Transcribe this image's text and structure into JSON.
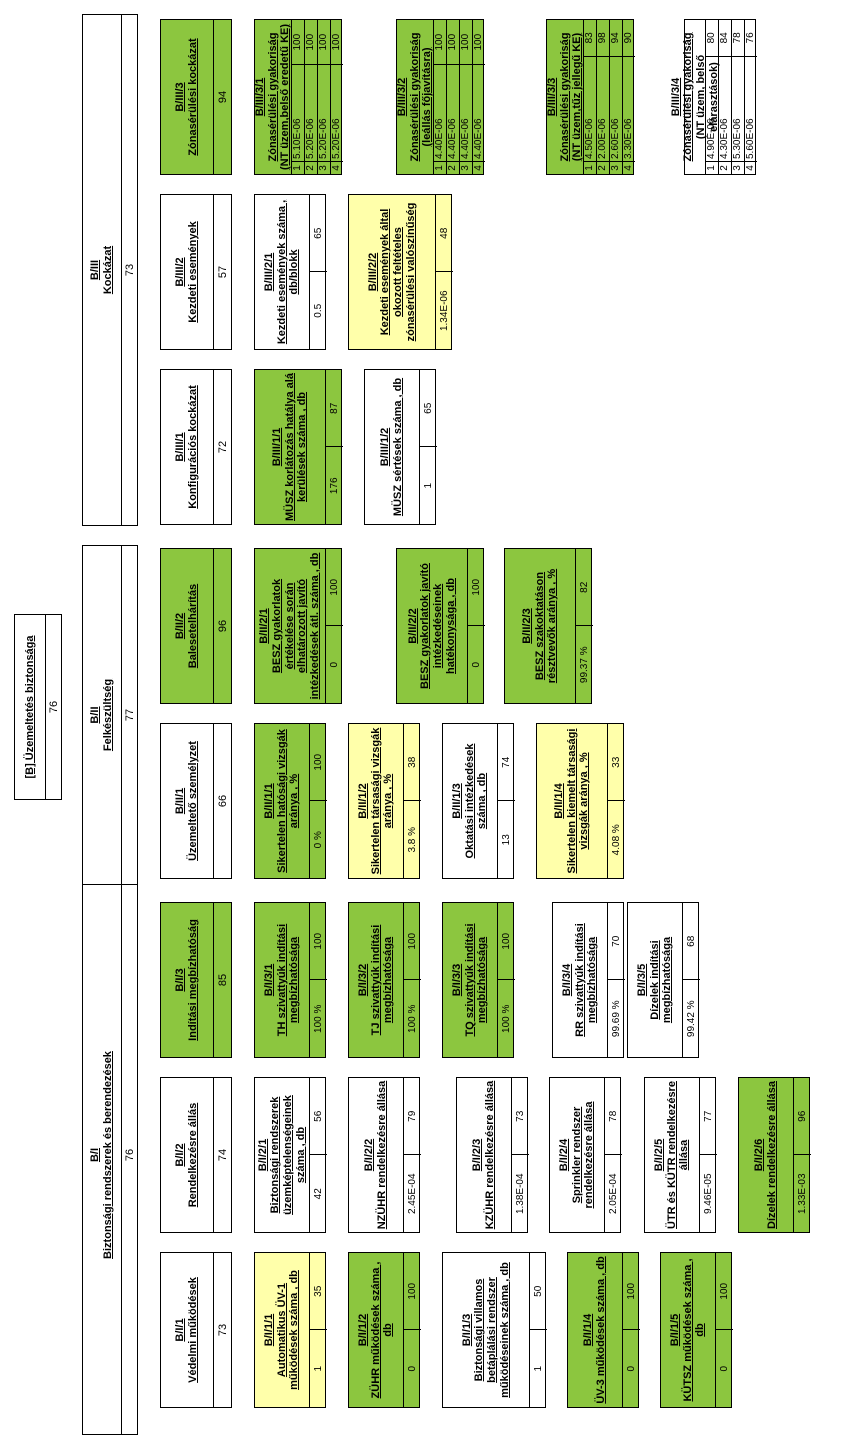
{
  "root": {
    "code": "[B] Üzemeltetés biztonsága",
    "title": "",
    "value": "76"
  },
  "sections": [
    {
      "code": "B/I",
      "title": "Biztonsági rendszerek és berendezések",
      "value": "76"
    },
    {
      "code": "B/II",
      "title": "Felkészültség",
      "value": "77"
    },
    {
      "code": "B/III",
      "title": "Kockázat",
      "value": "73"
    }
  ],
  "groups": {
    "bi1": {
      "code": "B/I/1",
      "title": "Védelmi működések",
      "value": "73"
    },
    "bi2": {
      "code": "B/I/2",
      "title": "Rendelkezésre állás",
      "value": "74"
    },
    "bi3": {
      "code": "B/I/3",
      "title": "Indítási megbízhatóság",
      "value": "85"
    },
    "bii1": {
      "code": "B/II/1",
      "title": "Üzemeltető személyzet",
      "value": "66"
    },
    "bii2": {
      "code": "B/II/2",
      "title": "Balesetelhárítás",
      "value": "96"
    },
    "biii1": {
      "code": "B/III/1",
      "title": "Konfigurációs kockázat",
      "value": "72"
    },
    "biii2": {
      "code": "B/III/2",
      "title": "Kezdeti események",
      "value": "57"
    },
    "biii3": {
      "code": "B/III/3",
      "title": "Zónasérülési kockázat",
      "value": "94"
    }
  },
  "leaves": {
    "bi11": {
      "code": "B/I/1/1",
      "title": "Automatikus ÜV-1 működések száma , db",
      "raw": "1",
      "score": "35"
    },
    "bi12": {
      "code": "B/I/1/2",
      "title": "ZÜHR működések száma , db",
      "raw": "0",
      "score": "100"
    },
    "bi13": {
      "code": "B/I/1/3",
      "title": "Biztonsági villamos betáplálási rendszer működéseinek száma , db",
      "raw": "1",
      "score": "50"
    },
    "bi14": {
      "code": "B/I/1/4",
      "title": "ÜV-3 működések száma , db",
      "raw": "0",
      "score": "100"
    },
    "bi15": {
      "code": "B/I/1/5",
      "title": "KÜTSZ működések száma , db",
      "raw": "0",
      "score": "100"
    },
    "bi21": {
      "code": "B/I/2/1",
      "title": "Biztonsági rendszerek üzemképtelenségeinek száma , db",
      "raw": "42",
      "score": "56"
    },
    "bi22": {
      "code": "B/I/2/2",
      "title": "NZÜHR rendelkezésre állása",
      "raw": "2.45E-04",
      "score": "79"
    },
    "bi23": {
      "code": "B/I/2/3",
      "title": "KZÜHR rendelkezésre állása",
      "raw": "1.38E-04",
      "score": "73"
    },
    "bi24": {
      "code": "B/I/2/4",
      "title": "Sprinkler rendszer rendelkezésre állása",
      "raw": "2.05E-04",
      "score": "78"
    },
    "bi25": {
      "code": "B/I/2/5",
      "title": "ÜTR és KÜTR rendelkezésre állása",
      "raw": "9.46E-05",
      "score": "77"
    },
    "bi26": {
      "code": "B/I/2/6",
      "title": "Dízelek rendelkezésre állása",
      "raw": "1.33E-03",
      "score": "96"
    },
    "bi31": {
      "code": "B/I/3/1",
      "title": "TH szivattyúk indítási megbízhatósága",
      "raw": "100 %",
      "score": "100"
    },
    "bi32": {
      "code": "B/I/3/2",
      "title": "TJ szivattyúk indítási megbízhatósága",
      "raw": "100 %",
      "score": "100"
    },
    "bi33": {
      "code": "B/I/3/3",
      "title": "TQ szivattyúk indítási megbízhatósága",
      "raw": "100 %",
      "score": "100"
    },
    "bi34": {
      "code": "B/I/3/4",
      "title": "RR szivattyúk indítási megbízhatósága",
      "raw": "99.69 %",
      "score": "70"
    },
    "bi35": {
      "code": "B/I/3/5",
      "title": "Dízelek indítási megbízhatósága",
      "raw": "99.42 %",
      "score": "68"
    },
    "bii11": {
      "code": "B/II/1/1",
      "title": "Sikertelen hatósági vizsgák aránya , %",
      "raw": "0 %",
      "score": "100"
    },
    "bii12": {
      "code": "B/II/1/2",
      "title": "Sikertelen társasági vizsgák aránya , %",
      "raw": "3.8 %",
      "score": "38"
    },
    "bii13": {
      "code": "B/II/1/3",
      "title": "Oktatási intézkedések száma , db",
      "raw": "13",
      "score": "74"
    },
    "bii14": {
      "code": "B/II/1/4",
      "title": "Sikertelen kiemelt társasági vizsgák aránya , %",
      "raw": "4.08 %",
      "score": "33"
    },
    "bii21": {
      "code": "B/II/2/1",
      "title": "BESZ gyakorlatok értékelése során elhatározott javító intézkedések átl. száma , db",
      "raw": "0",
      "score": "100"
    },
    "bii22": {
      "code": "B/II/2/2",
      "title": "BESZ gyakorlatok javító intézkedéseinek hatékonysága , db",
      "raw": "0",
      "score": "100"
    },
    "bii23": {
      "code": "B/II/2/3",
      "title": "BESZ szakoktatáson résztvevők aránya , %",
      "raw": "99.37 %",
      "score": "82"
    },
    "biii11": {
      "code": "B/III/1/1",
      "title": "MÜSZ korlátozás hatálya alá kerülések száma , db",
      "raw": "176",
      "score": "87"
    },
    "biii12": {
      "code": "B/III/1/2",
      "title": "MÜSZ sértések száma , db",
      "raw": "1",
      "score": "65"
    },
    "biii21": {
      "code": "B/III/2/1",
      "title": "Kezdeti események száma , db/blokk",
      "raw": "0.5",
      "score": "65"
    },
    "biii22": {
      "code": "B/III/2/2",
      "title": "Kezdeti események által okozott feltételes zónasérülési valószínűség",
      "raw": "1.34E-06",
      "score": "48"
    }
  },
  "matrices": {
    "biii31": {
      "code": "B/III/3/1",
      "title": "Zónasérülési gyakoriság (NT üzem,belső eredetű KE)",
      "rows": [
        [
          "1",
          "5.10E-06",
          "100"
        ],
        [
          "2",
          "5.20E-06",
          "100"
        ],
        [
          "3",
          "5.20E-06",
          "100"
        ],
        [
          "4",
          "5.20E-06",
          "100"
        ]
      ]
    },
    "biii32": {
      "code": "B/III/3/2",
      "title": "Zónasérülési gyakoriság (leállás főjavításra)",
      "rows": [
        [
          "1",
          "4.40E-06",
          "100"
        ],
        [
          "2",
          "4.40E-06",
          "100"
        ],
        [
          "3",
          "4.40E-06",
          "100"
        ],
        [
          "4",
          "4.40E-06",
          "100"
        ]
      ]
    },
    "biii33": {
      "code": "B/III/3/3",
      "title": "Zónasérülési gyakoriság (NT üzem,tűz jellegű KE)",
      "rows": [
        [
          "1",
          "4.50E-06",
          "83"
        ],
        [
          "2",
          "2.00E-06",
          "98"
        ],
        [
          "3",
          "2.60E-06",
          "94"
        ],
        [
          "4",
          "3.30E-06",
          "90"
        ]
      ]
    },
    "biii34": {
      "code": "B/III/3/4",
      "title": "Zónasérülési gyakoriság (NT üzem, belső elárasztások)",
      "rows": [
        [
          "1",
          "4.90E-06",
          "80"
        ],
        [
          "2",
          "4.30E-06",
          "84"
        ],
        [
          "3",
          "5.30E-06",
          "78"
        ],
        [
          "4",
          "5.60E-06",
          "76"
        ]
      ]
    }
  },
  "colors": {
    "green": "#8cc63f",
    "yellow": "#ffffaa",
    "white": "#ffffff"
  }
}
